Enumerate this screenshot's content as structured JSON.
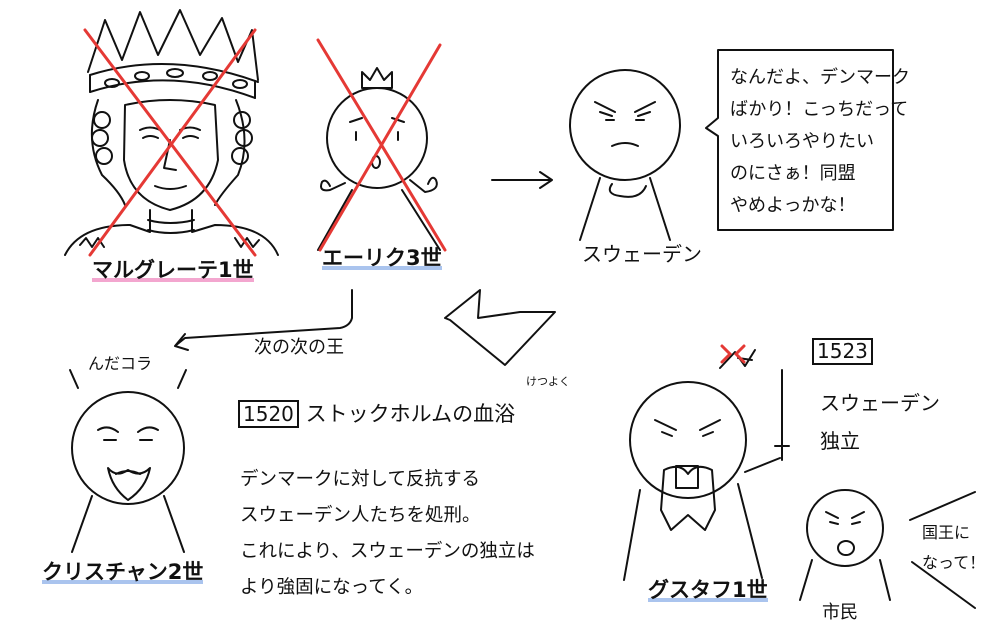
{
  "characters": {
    "margrethe": "マルグレーテ1世",
    "erik": "エーリク3世",
    "christian": "クリスチャン2世",
    "gustav": "グスタフ1世",
    "sweden": "スウェーデン",
    "citizen": "市民"
  },
  "speech": {
    "sweden_lines": [
      "なんだよ、デンマーク",
      "ばかり！こっちだって",
      "いろいろやりたい",
      "のにさぁ！同盟",
      "やめよっかな！"
    ],
    "christian": "んだコラ",
    "citizen_lines": [
      "国王に",
      "なって！"
    ]
  },
  "labels": {
    "next_next_king": "次の次の王",
    "year_1520": "1520",
    "event_title": "ストックホルムの血浴",
    "ruby": "けつよく",
    "year_1523": "1523",
    "independence": [
      "スウェーデン",
      "独立"
    ],
    "body_lines": [
      "デンマークに対して反抗する",
      "スウェーデン人たちを処刑。",
      "これにより、スウェーデンの独立は",
      "より強固になってく。"
    ]
  },
  "colors": {
    "cross": "#e53935",
    "pink": "#f3a6cf",
    "blue": "#aac4ee",
    "orange": "#f2c14e"
  }
}
